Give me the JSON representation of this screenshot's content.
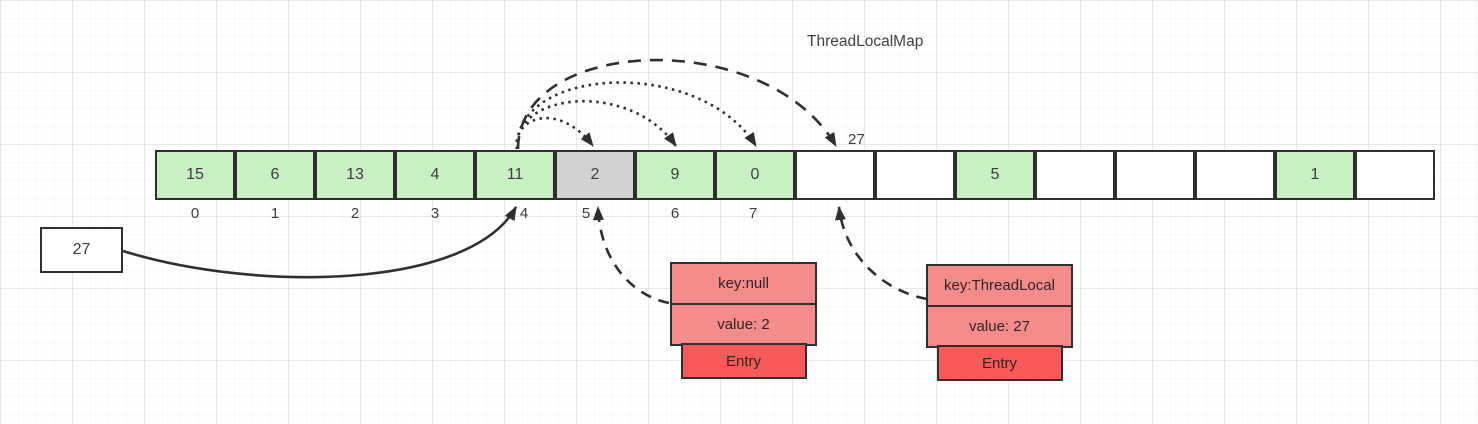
{
  "title": "ThreadLocalMap",
  "hash_hint": "27",
  "source_box": {
    "label": "27"
  },
  "array": {
    "cells": [
      {
        "value": "15",
        "state": "filled"
      },
      {
        "value": "6",
        "state": "filled"
      },
      {
        "value": "13",
        "state": "filled"
      },
      {
        "value": "4",
        "state": "filled"
      },
      {
        "value": "11",
        "state": "filled"
      },
      {
        "value": "2",
        "state": "stale"
      },
      {
        "value": "9",
        "state": "filled"
      },
      {
        "value": "0",
        "state": "filled"
      },
      {
        "value": "",
        "state": "empty"
      },
      {
        "value": "",
        "state": "empty"
      },
      {
        "value": "5",
        "state": "filled"
      },
      {
        "value": "",
        "state": "empty"
      },
      {
        "value": "",
        "state": "empty"
      },
      {
        "value": "",
        "state": "empty"
      },
      {
        "value": "1",
        "state": "filled"
      },
      {
        "value": "",
        "state": "empty"
      }
    ],
    "index_labels": [
      "0",
      "1",
      "2",
      "3",
      "4",
      "5",
      "6",
      "7"
    ]
  },
  "entries": [
    {
      "key": "key:null",
      "value": "value: 2",
      "tag": "Entry"
    },
    {
      "key": "key:ThreadLocal",
      "value": "value: 27",
      "tag": "Entry"
    }
  ],
  "colors": {
    "filled": "#c8f0c4",
    "stale": "#d3d3d3",
    "empty": "#ffffff",
    "entry_row": "#f48c8c",
    "entry_tag": "#f85a5a",
    "stroke": "#2f2f2f"
  }
}
